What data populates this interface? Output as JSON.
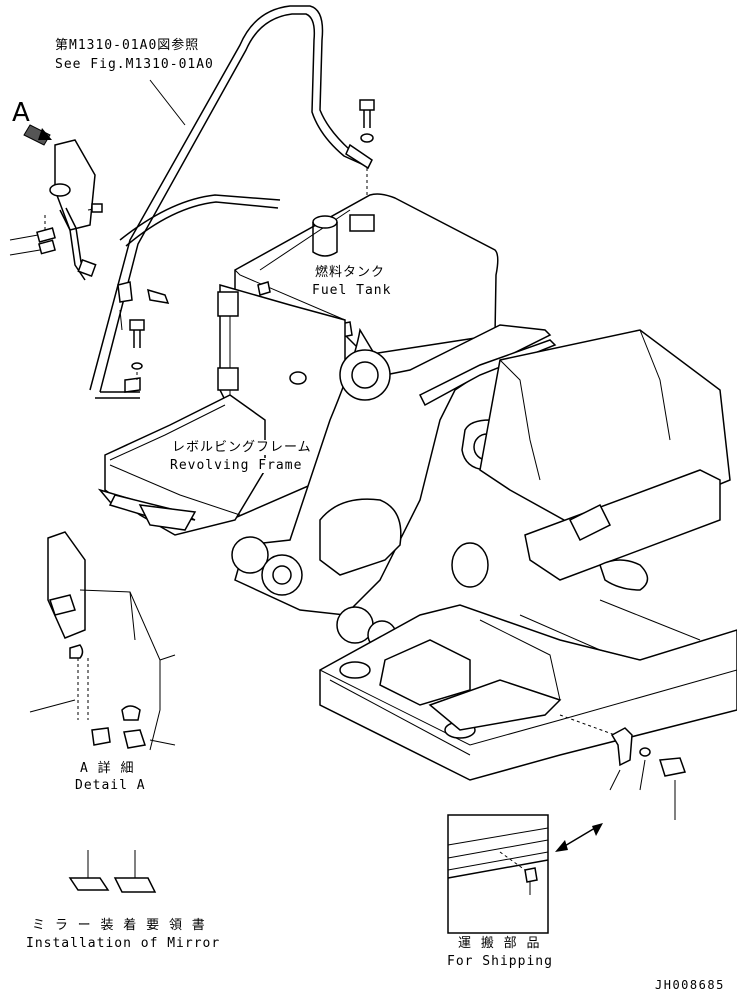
{
  "labels": {
    "ref_jp": "第M1310-01A0図参照",
    "ref_en": "See Fig.M1310-01A0",
    "callout_a": "A",
    "fuel_jp": "燃料タンク",
    "fuel_en": "Fuel Tank",
    "frame_jp": "レボルビングフレーム",
    "frame_en": "Revolving Frame",
    "detail_jp": "A 詳 細",
    "detail_en": "Detail A",
    "mirror_jp": "ミ ラ ー 装 着 要 領 書",
    "mirror_en": "Installation of Mirror",
    "shipping_jp": "運 搬 部 品",
    "shipping_en": "For Shipping",
    "drawing_no": "JH008685"
  }
}
